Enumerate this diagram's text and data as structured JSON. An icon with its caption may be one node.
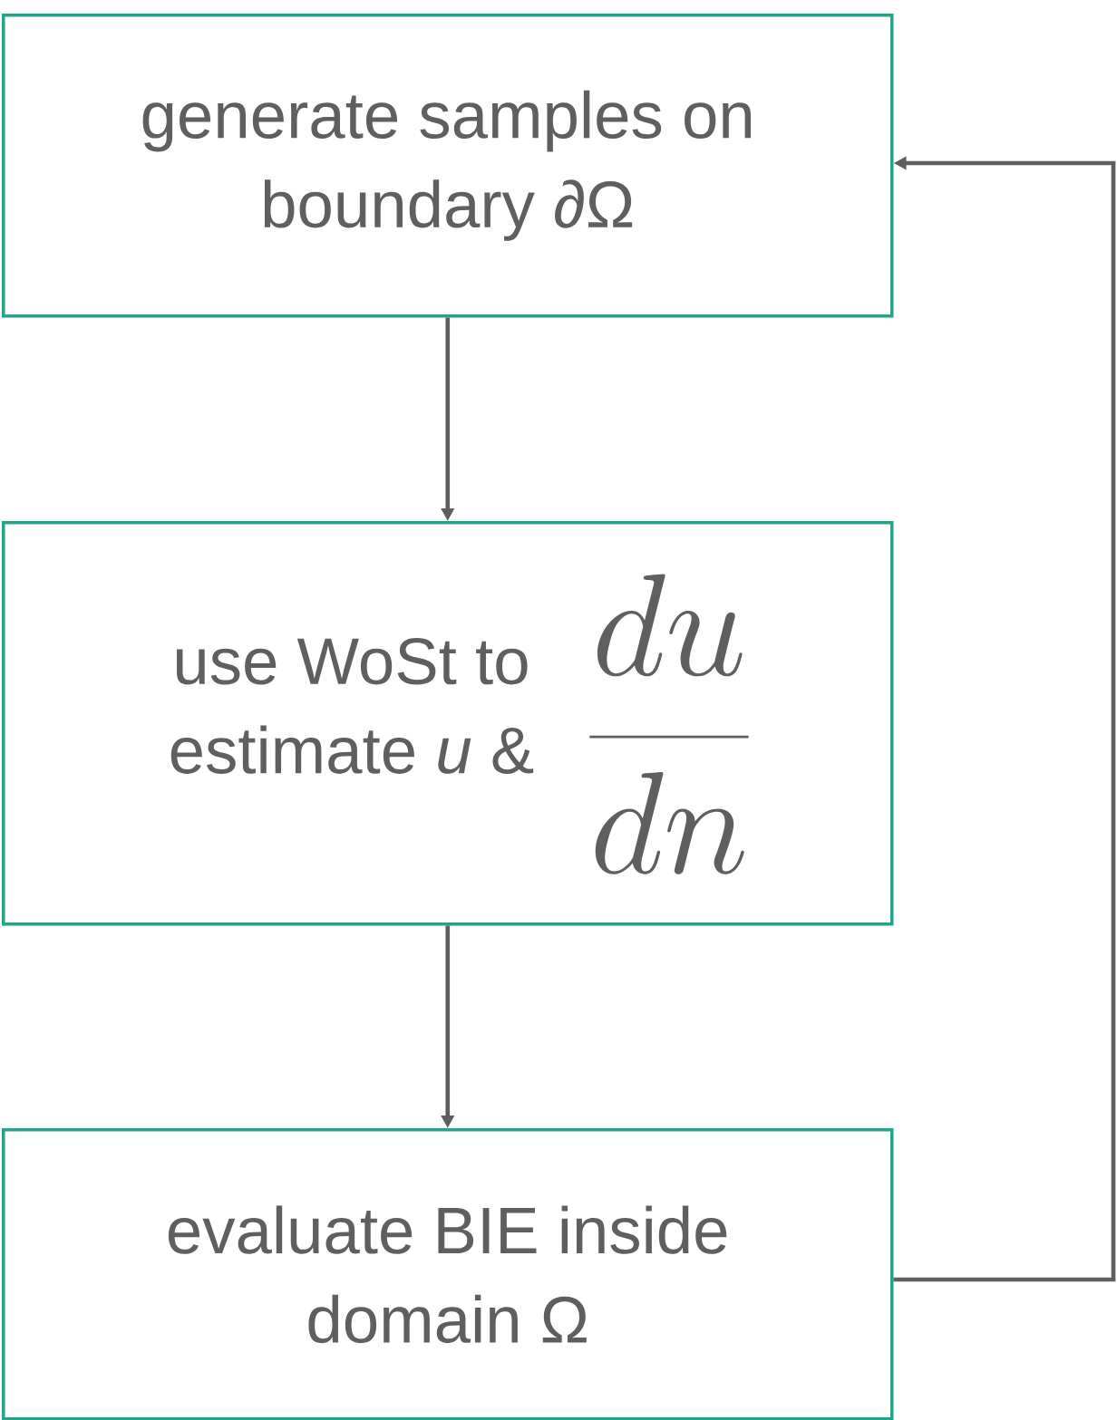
{
  "diagram": {
    "nodes": [
      {
        "text": [
          "generate samples on boundary ∂Ω"
        ]
      },
      {
        "text": [
          "use WoSt to estimate *u* &",
          "\\frac{du}{dn}"
        ]
      },
      {
        "text": [
          "evaluate BIE inside domain Ω"
        ]
      }
    ],
    "edges": [
      {
        "from": 0,
        "to": 1,
        "arrow": "to"
      },
      {
        "from": 1,
        "to": 2,
        "arrow": "to"
      },
      {
        "from": 2,
        "to": 0,
        "arrow": "to"
      }
    ]
  }
}
